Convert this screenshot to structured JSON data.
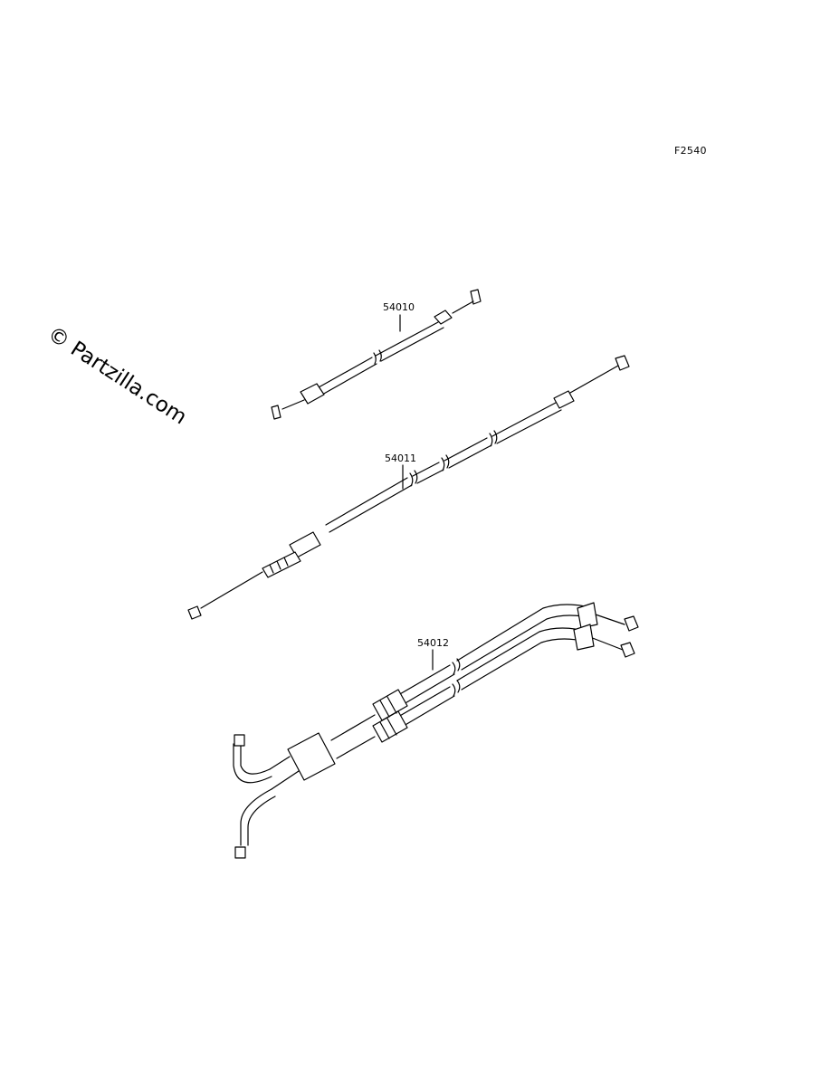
{
  "diagram": {
    "id": "F2540",
    "watermark": "© Partzilla.com",
    "parts": [
      {
        "number": "54010"
      },
      {
        "number": "54011"
      },
      {
        "number": "54012"
      }
    ]
  }
}
